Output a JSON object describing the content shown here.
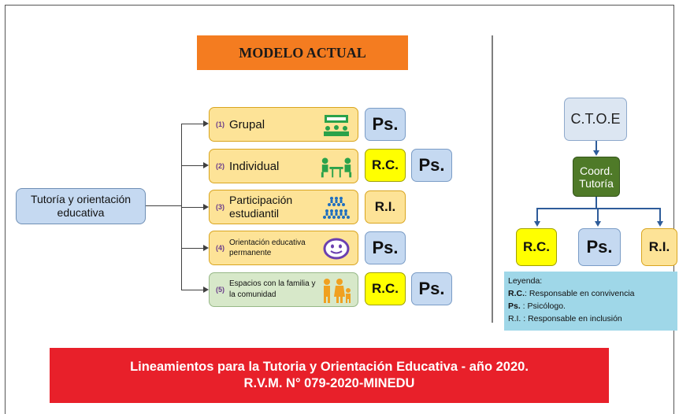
{
  "title": "MODELO ACTUAL",
  "root_label": "Tutoría y orientación educativa",
  "items": [
    {
      "num": "(1)",
      "label": "Grupal",
      "icon": "group-meeting-icon"
    },
    {
      "num": "(2)",
      "label": "Individual",
      "icon": "one-on-one-icon"
    },
    {
      "num": "(3)",
      "label": "Participación estudiantil",
      "icon": "students-crowd-icon"
    },
    {
      "num": "(4)",
      "label": "Orientación educativa permanente",
      "icon": "smiley-icon"
    },
    {
      "num": "(5)",
      "label": "Espacios con la familia y la comunidad",
      "icon": "family-icon"
    }
  ],
  "roles": {
    "row1": [
      "Ps."
    ],
    "row2": [
      "R.C.",
      "Ps."
    ],
    "row3": [
      "R.I."
    ],
    "row4": [
      "Ps."
    ],
    "row5": [
      "R.C.",
      "Ps."
    ]
  },
  "org": {
    "top": "C.T.O.E",
    "middle": "Coord. Tutoría",
    "bottom": [
      "R.C.",
      "Ps.",
      "R.I."
    ]
  },
  "legend": {
    "heading": "Leyenda:",
    "entries": [
      {
        "abbr": "R.C.",
        "text": ": Responsable en convivencia"
      },
      {
        "abbr": "Ps.",
        "text": " : Psicólogo."
      },
      {
        "abbr": "R.I.",
        "text": " : Responsable en inclusión"
      }
    ]
  },
  "footer": {
    "line1": "Lineamientos para la Tutoria y Orientación Educativa - año 2020.",
    "line2": "R.V.M. N° 079-2020-MINEDU"
  },
  "colors": {
    "title_bg": "#f47c20",
    "item_bg": "#fde397",
    "item_green_bg": "#d7e8c9",
    "ps_bg": "#c5d9f1",
    "rc_bg": "#ffff00",
    "coord_bg": "#4f7a28",
    "legend_bg": "#9fd7e8",
    "footer_bg": "#e8202a"
  }
}
